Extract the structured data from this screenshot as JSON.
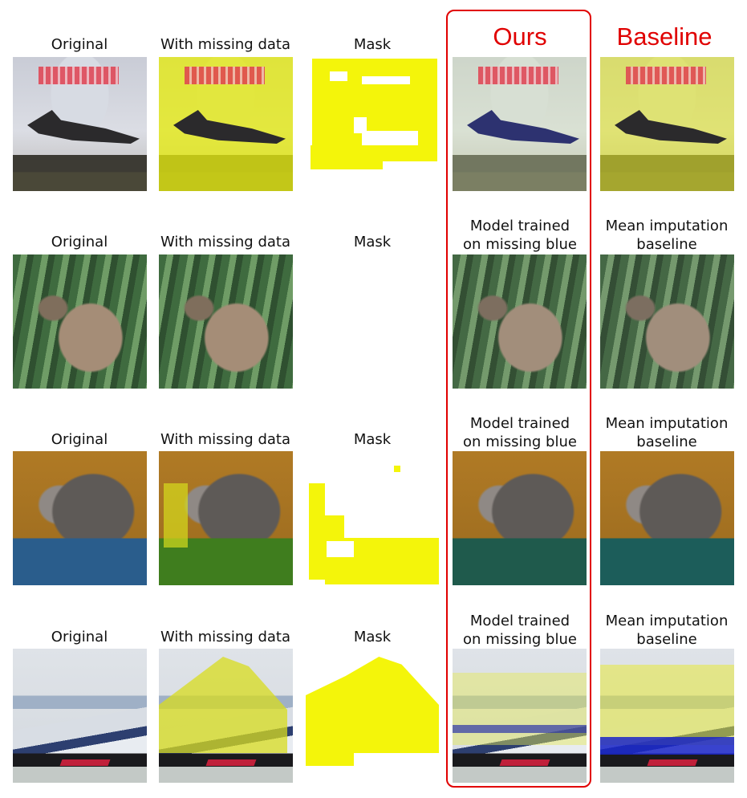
{
  "headers": {
    "ours": "Ours",
    "baseline": "Baseline"
  },
  "rows": [
    {
      "original": "Original",
      "missing": "With missing data",
      "mask": "Mask",
      "ours": "",
      "baseline": ""
    },
    {
      "original": "Original",
      "missing": "With missing data",
      "mask": "Mask",
      "ours": "Model trained\non missing blue",
      "baseline": "Mean imputation\nbaseline"
    },
    {
      "original": "Original",
      "missing": "With missing data",
      "mask": "Mask",
      "ours": "Model trained\non missing blue",
      "baseline": "Mean imputation\nbaseline"
    },
    {
      "original": "Original",
      "missing": "With missing data",
      "mask": "Mask",
      "ours": "Model trained\non missing blue",
      "baseline": "Mean imputation\nbaseline"
    }
  ],
  "colors": {
    "highlight": "#e10000",
    "mask": "#f4f50a"
  }
}
